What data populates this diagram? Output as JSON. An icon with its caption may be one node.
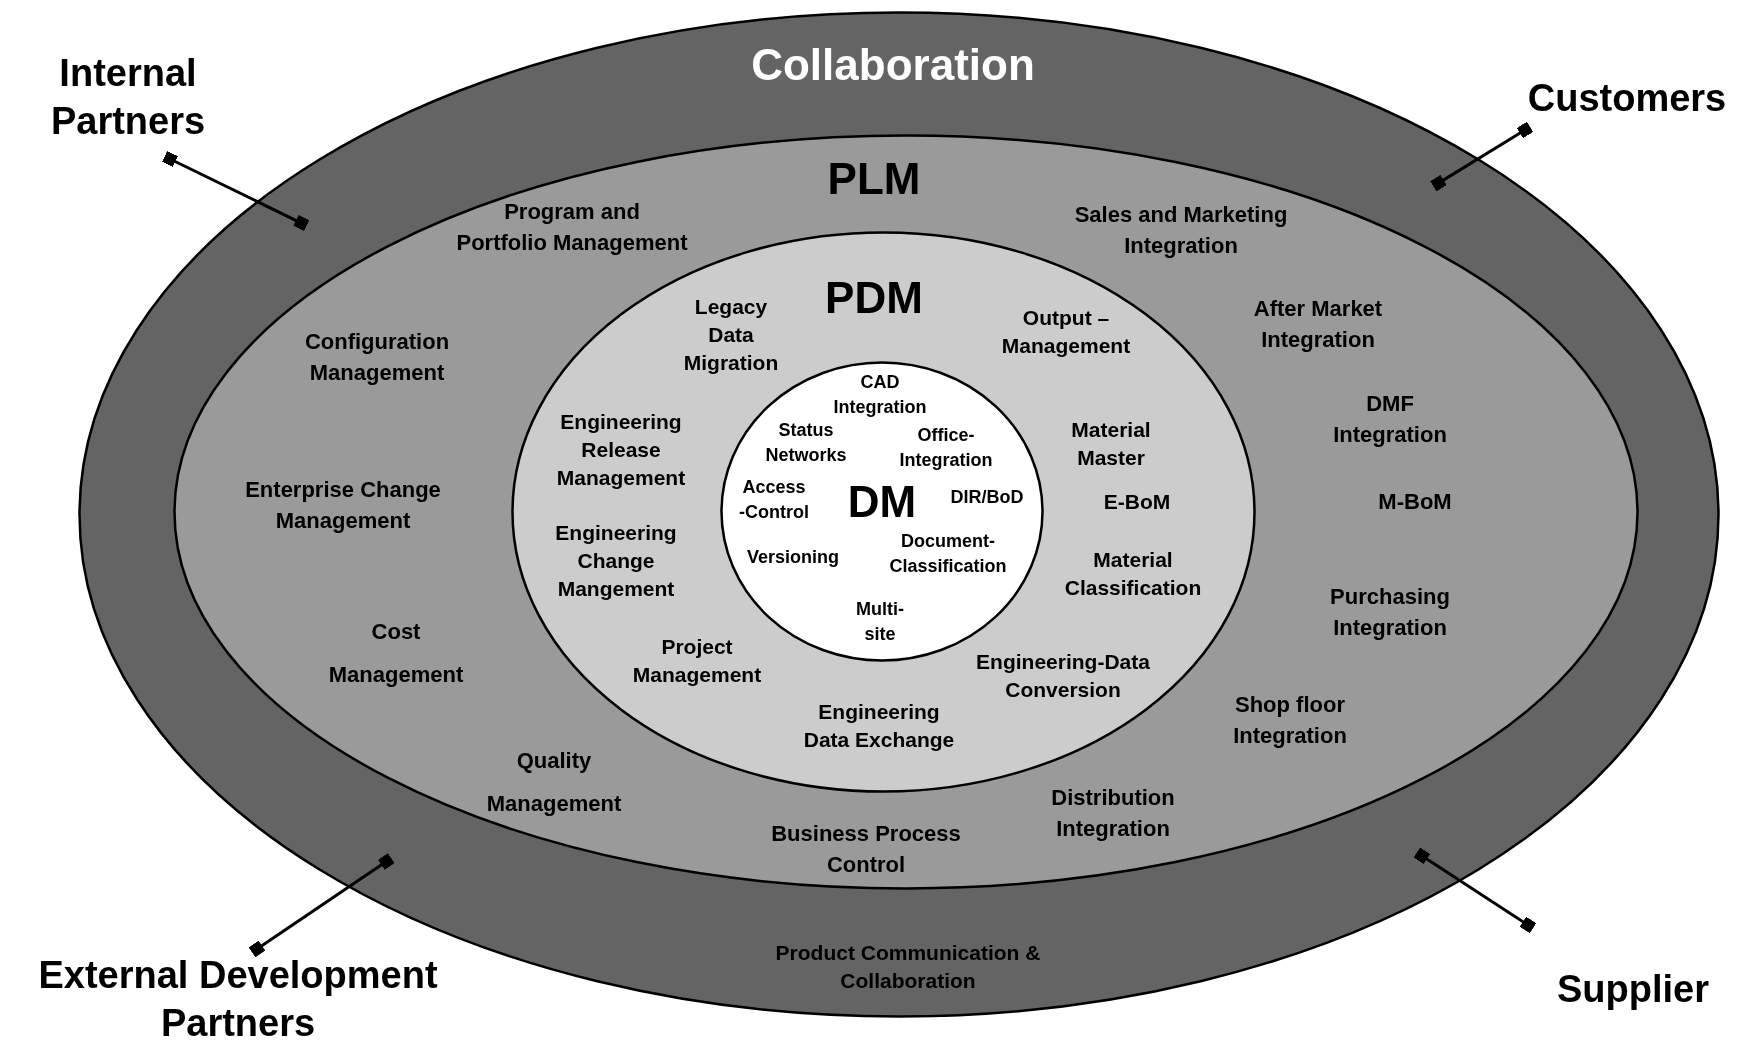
{
  "diagram": {
    "nodes": [
      {
        "text": [
          "Collaboration",
          "Product Communication & Collaboration"
        ]
      },
      {
        "text": [
          "PLM",
          "Program and Portfolio Management",
          "Sales and Marketing Integration",
          "Configuration Management",
          "After Market Integration",
          "DMF Integration",
          "Enterprise Change Management",
          "M-BoM",
          "Cost Management",
          "Purchasing Integration",
          "Shop floor Integration",
          "Quality Management",
          "Distribution Integration",
          "Business Process Control"
        ],
        "in": 0
      },
      {
        "text": [
          "PDM",
          "Legacy Data Migration",
          "Output – Management",
          "Engineering Release Management",
          "Material Master",
          "E-BoM",
          "Engineering Change Mangement",
          "Material Classification",
          "Project Management",
          "Engineering-Data Conversion",
          "Engineering Data Exchange"
        ],
        "in": 1
      },
      {
        "text": [
          "CAD Integration",
          "Status Networks",
          "Office- Integration",
          "Access -Control",
          "DM",
          "DIR/BoD",
          "Versioning",
          "Document- Classification",
          "Multi- site"
        ],
        "in": 2
      },
      {
        "text": [
          "Internal Partners"
        ]
      },
      {
        "text": [
          "Customers"
        ]
      },
      {
        "text": [
          "External Development Partners"
        ]
      },
      {
        "text": [
          "Supplier"
        ]
      }
    ],
    "edges": [
      {
        "from": 4,
        "to": 0,
        "arrow": "other"
      },
      {
        "from": 5,
        "to": 0,
        "arrow": "other"
      },
      {
        "from": 6,
        "to": 0,
        "arrow": "other"
      },
      {
        "from": 7,
        "to": 0,
        "arrow": "other"
      }
    ]
  }
}
